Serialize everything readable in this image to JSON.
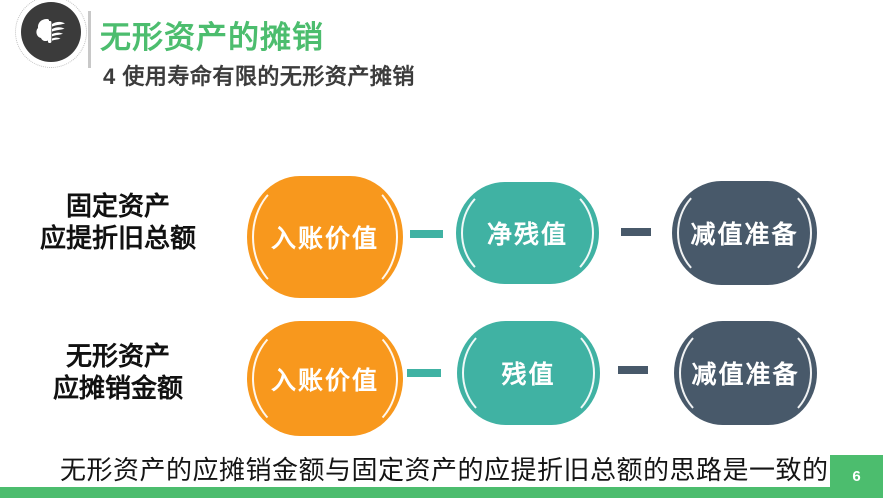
{
  "slide": {
    "title": "无形资产的摊销",
    "subtitle": "4 使用寿命有限的无形资产摊销",
    "footer_note": "无形资产的应摊销金额与固定资产的应提折旧总额的思路是一致的",
    "page_number": "6"
  },
  "colors": {
    "accent_green": "#4CBD6E",
    "orange": "#F8981D",
    "teal": "#40B2A3",
    "dark_slate": "#48596A",
    "heading_text": "#3C3C3C",
    "label_text": "#111111",
    "logo_bg": "#3B3B3B",
    "divider_gray": "#C8C8C8"
  },
  "logo": {
    "name": "book-tree-logo"
  },
  "diagram": {
    "rows": [
      {
        "label_line1": "固定资产",
        "label_line2": "应提折旧总额",
        "operators": [
          "−",
          "−"
        ],
        "nodes": [
          {
            "text": "入账价值",
            "color": "orange"
          },
          {
            "text": "净残值",
            "color": "teal"
          },
          {
            "text": "减值准备",
            "color": "dark_slate"
          }
        ]
      },
      {
        "label_line1": "无形资产",
        "label_line2": "应摊销金额",
        "operators": [
          "−",
          "−"
        ],
        "nodes": [
          {
            "text": "入账价值",
            "color": "orange"
          },
          {
            "text": "残值",
            "color": "teal"
          },
          {
            "text": "减值准备",
            "color": "dark_slate"
          }
        ]
      }
    ]
  }
}
